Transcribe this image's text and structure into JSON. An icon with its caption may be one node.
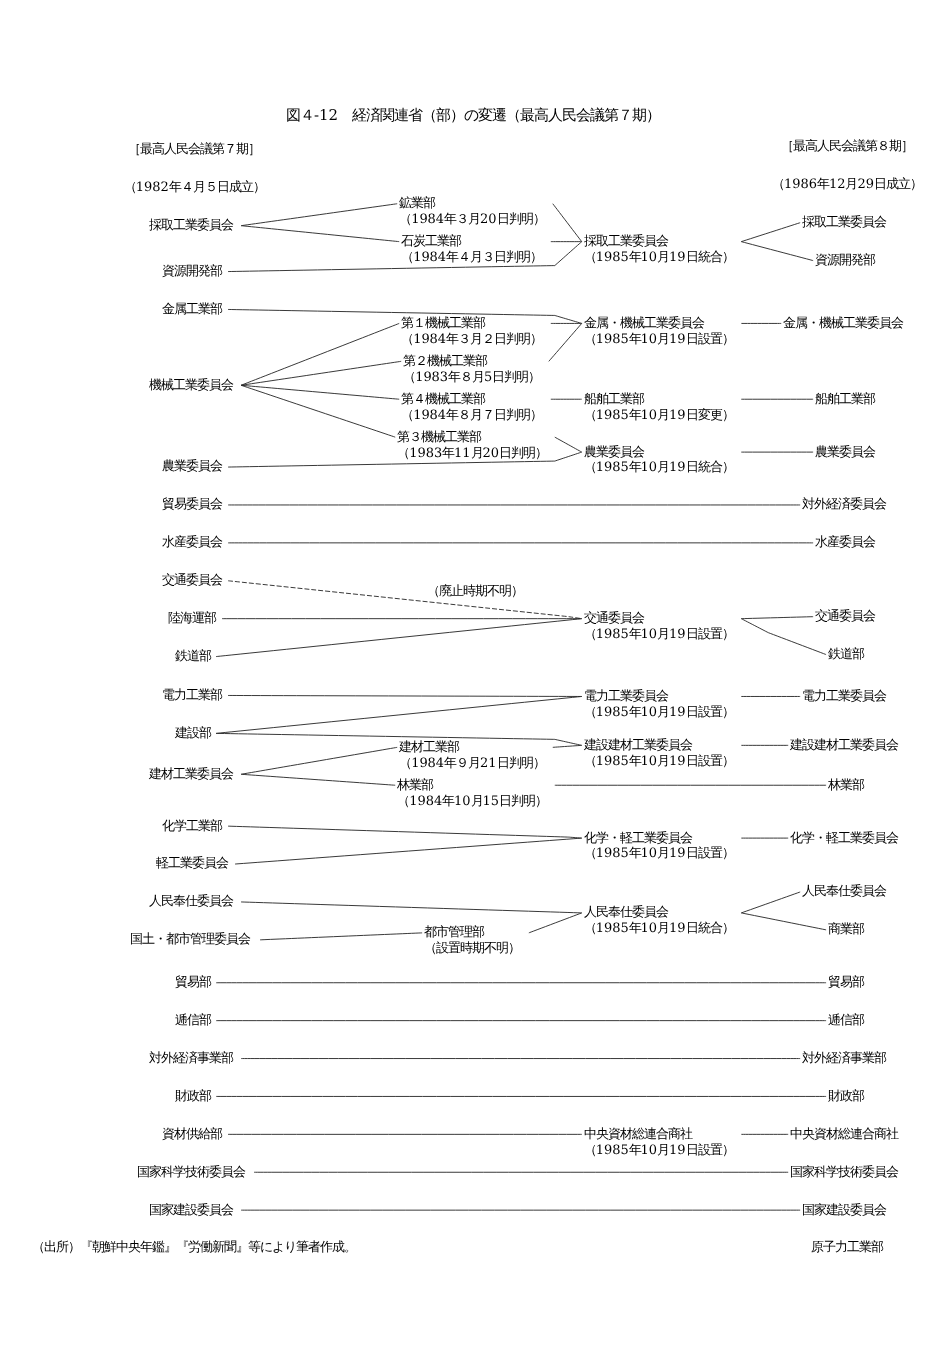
{
  "diagram": {
    "title": "図４-12　経済関連省（部）の変遷（最高人民会議第７期）",
    "caption": "（出所）『朝鮮中央年鑑』『労働新聞』等により筆者作成。",
    "nodes": [
      {
        "text": [
          "採取工業委員会"
        ]
      },
      {
        "text": [
          "鉱業部",
          "（1984年３月20日判明）"
        ]
      },
      {
        "text": [
          "採取工業委員会",
          "（1985年10月19日統合）"
        ]
      },
      {
        "text": [
          "採取工業委員会"
        ]
      },
      {
        "text": [
          "石炭工業部",
          "（1984年４月３日判明）"
        ]
      },
      {
        "text": [
          "資源開発部"
        ]
      },
      {
        "text": [
          "資源開発部"
        ]
      },
      {
        "text": [
          "金属工業部"
        ]
      },
      {
        "text": [
          "金属・機械工業委員会",
          "（1985年10月19日設置）"
        ]
      },
      {
        "text": [
          "金属・機械工業委員会"
        ]
      },
      {
        "text": [
          "機械工業委員会"
        ]
      },
      {
        "text": [
          "第１機械工業部",
          "（1984年３月２日判明）"
        ]
      },
      {
        "text": [
          "第２機械工業部",
          "（1983年８月5日判明）"
        ]
      },
      {
        "text": [
          "第４機械工業部",
          "（1984年８月７日判明）"
        ]
      },
      {
        "text": [
          "船舶工業部",
          "（1985年10月19日変更）"
        ]
      },
      {
        "text": [
          "船舶工業部"
        ]
      },
      {
        "text": [
          "第３機械工業部",
          "（1983年11月20日判明）"
        ]
      },
      {
        "text": [
          "農業委員会"
        ]
      },
      {
        "text": [
          "農業委員会",
          "（1985年10月19日統合）"
        ]
      },
      {
        "text": [
          "農業委員会"
        ]
      },
      {
        "text": [
          "貿易委員会"
        ]
      },
      {
        "text": [
          "対外経済委員会"
        ]
      },
      {
        "text": [
          "水産委員会"
        ]
      },
      {
        "text": [
          "水産委員会"
        ]
      },
      {
        "text": [
          "交通委員会"
        ]
      },
      {
        "text": [
          "交通委員会",
          "（1985年10月19日設置）"
        ]
      },
      {
        "text": [
          "交通委員会"
        ]
      },
      {
        "text": [
          "陸海運部"
        ]
      },
      {
        "text": [
          "鉄道部"
        ]
      },
      {
        "text": [
          "鉄道部"
        ]
      },
      {
        "text": [
          "電力工業部"
        ]
      },
      {
        "text": [
          "電力工業委員会",
          "（1985年10月19日設置）"
        ]
      },
      {
        "text": [
          "電力工業委員会"
        ]
      },
      {
        "text": [
          "建設部"
        ]
      },
      {
        "text": [
          "建材工業委員会"
        ]
      },
      {
        "text": [
          "建材工業部",
          "（1984年９月21日判明）"
        ]
      },
      {
        "text": [
          "建設建材工業委員会",
          "（1985年10月19日設置）"
        ]
      },
      {
        "text": [
          "建設建材工業委員会"
        ]
      },
      {
        "text": [
          "林業部",
          "（1984年10月15日判明）"
        ]
      },
      {
        "text": [
          "林業部"
        ]
      },
      {
        "text": [
          "化学工業部"
        ]
      },
      {
        "text": [
          "化学・軽工業委員会",
          "（1985年10月19日設置）"
        ]
      },
      {
        "text": [
          "化学・軽工業委員会"
        ]
      },
      {
        "text": [
          "軽工業委員会"
        ]
      },
      {
        "text": [
          "人民奉仕委員会"
        ]
      },
      {
        "text": [
          "人民奉仕委員会",
          "（1985年10月19日統合）"
        ]
      },
      {
        "text": [
          "人民奉仕委員会"
        ]
      },
      {
        "text": [
          "国土・都市管理委員会"
        ]
      },
      {
        "text": [
          "都市管理部",
          "（設置時期不明）"
        ]
      },
      {
        "text": [
          "商業部"
        ]
      },
      {
        "text": [
          "貿易部"
        ]
      },
      {
        "text": [
          "貿易部"
        ]
      },
      {
        "text": [
          "逓信部"
        ]
      },
      {
        "text": [
          "逓信部"
        ]
      },
      {
        "text": [
          "対外経済事業部"
        ]
      },
      {
        "text": [
          "対外経済事業部"
        ]
      },
      {
        "text": [
          "財政部"
        ]
      },
      {
        "text": [
          "財政部"
        ]
      },
      {
        "text": [
          "資材供給部"
        ]
      },
      {
        "text": [
          "中央資材総連合商社",
          "（1985年10月19日設置）"
        ]
      },
      {
        "text": [
          "中央資材総連合商社"
        ]
      },
      {
        "text": [
          "国家科学技術委員会"
        ]
      },
      {
        "text": [
          "国家科学技術委員会"
        ]
      },
      {
        "text": [
          "国家建設委員会"
        ]
      },
      {
        "text": [
          "国家建設委員会"
        ]
      }
    ],
    "edges": [
      {
        "from": 0,
        "to": 1,
        "arrow": "none"
      },
      {
        "from": 0,
        "to": 4,
        "arrow": "none"
      },
      {
        "from": 1,
        "to": 2,
        "arrow": "none"
      },
      {
        "from": 4,
        "to": 2,
        "arrow": "none"
      },
      {
        "from": 5,
        "to": 2,
        "arrow": "none"
      },
      {
        "from": 2,
        "to": 3,
        "arrow": "none"
      },
      {
        "from": 2,
        "to": 6,
        "arrow": "none"
      },
      {
        "from": 7,
        "to": 8,
        "arrow": "none"
      },
      {
        "from": 11,
        "to": 8,
        "arrow": "none"
      },
      {
        "from": 12,
        "to": 8,
        "arrow": "none"
      },
      {
        "from": 8,
        "to": 9,
        "arrow": "none"
      },
      {
        "from": 10,
        "to": 11,
        "arrow": "none"
      },
      {
        "from": 10,
        "to": 12,
        "arrow": "none"
      },
      {
        "from": 10,
        "to": 13,
        "arrow": "none"
      },
      {
        "from": 10,
        "to": 16,
        "arrow": "none"
      },
      {
        "from": 13,
        "to": 14,
        "arrow": "none"
      },
      {
        "from": 14,
        "to": 15,
        "arrow": "none"
      },
      {
        "from": 16,
        "to": 18,
        "arrow": "none"
      },
      {
        "from": 17,
        "to": 18,
        "arrow": "none"
      },
      {
        "from": 18,
        "to": 19,
        "arrow": "none"
      },
      {
        "from": 20,
        "to": 21,
        "arrow": "none"
      },
      {
        "from": 22,
        "to": 23,
        "arrow": "none"
      },
      {
        "from": 24,
        "to": 25,
        "arrow": "none",
        "label": "（廃止時期不明）",
        "style": "dashed"
      },
      {
        "from": 27,
        "to": 25,
        "arrow": "none"
      },
      {
        "from": 28,
        "to": 25,
        "arrow": "none"
      },
      {
        "from": 25,
        "to": 26,
        "arrow": "none"
      },
      {
        "from": 25,
        "to": 29,
        "arrow": "none"
      },
      {
        "from": 30,
        "to": 31,
        "arrow": "none"
      },
      {
        "from": 33,
        "to": 31,
        "arrow": "none"
      },
      {
        "from": 33,
        "to": 36,
        "arrow": "none"
      },
      {
        "from": 31,
        "to": 32,
        "arrow": "none"
      },
      {
        "from": 34,
        "to": 35,
        "arrow": "none"
      },
      {
        "from": 34,
        "to": 38,
        "arrow": "none"
      },
      {
        "from": 35,
        "to": 36,
        "arrow": "none"
      },
      {
        "from": 36,
        "to": 37,
        "arrow": "none"
      },
      {
        "from": 38,
        "to": 39,
        "arrow": "none"
      },
      {
        "from": 40,
        "to": 41,
        "arrow": "none"
      },
      {
        "from": 43,
        "to": 41,
        "arrow": "none"
      },
      {
        "from": 41,
        "to": 42,
        "arrow": "none"
      },
      {
        "from": 44,
        "to": 45,
        "arrow": "none"
      },
      {
        "from": 47,
        "to": 48,
        "arrow": "none"
      },
      {
        "from": 48,
        "to": 45,
        "arrow": "none"
      },
      {
        "from": 45,
        "to": 46,
        "arrow": "none"
      },
      {
        "from": 45,
        "to": 49,
        "arrow": "none"
      },
      {
        "from": 50,
        "to": 51,
        "arrow": "none"
      },
      {
        "from": 52,
        "to": 53,
        "arrow": "none"
      },
      {
        "from": 54,
        "to": 55,
        "arrow": "none"
      },
      {
        "from": 56,
        "to": 57,
        "arrow": "none"
      },
      {
        "from": 58,
        "to": 59,
        "arrow": "none"
      },
      {
        "from": 59,
        "to": 60,
        "arrow": "none"
      },
      {
        "from": 61,
        "to": 62,
        "arrow": "none"
      },
      {
        "from": 63,
        "to": 64,
        "arrow": "none"
      }
    ],
    "labels": [
      "［最高人民会議第７期］",
      "［最高人民会議第８期］",
      "（1982年４月５日成立）",
      "（1986年12月29日成立）",
      "原子力工業部"
    ]
  }
}
